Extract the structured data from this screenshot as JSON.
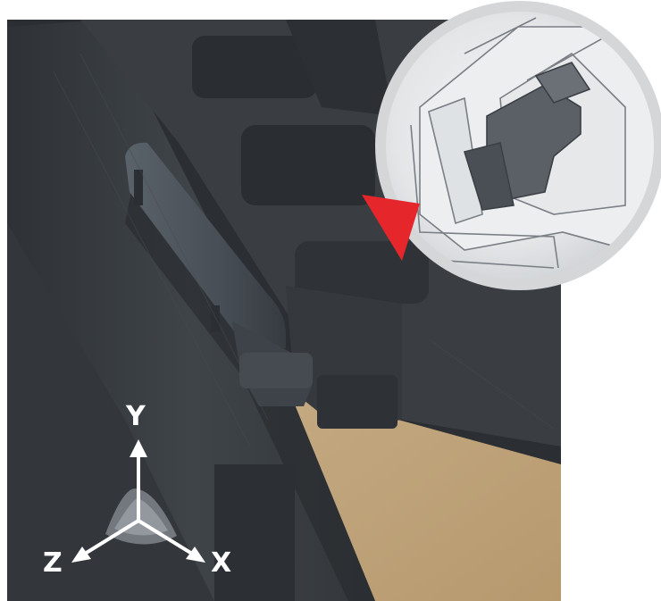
{
  "image": {
    "subject": "product-photo",
    "colors": {
      "foam": "#3c4045",
      "foam_dark": "#2a2d31",
      "clip": "#4a5158",
      "wood": "#c7b08a",
      "magnifier_ring": "#d9d9d9",
      "arrow": "#e5262a",
      "axis": "#ffffff"
    }
  },
  "axes": {
    "y_label": "Y",
    "z_label": "Z",
    "x_label": "X"
  },
  "icons": {
    "pointer": "red-triangle-arrow",
    "magnifier": "circular-detail-inset"
  }
}
